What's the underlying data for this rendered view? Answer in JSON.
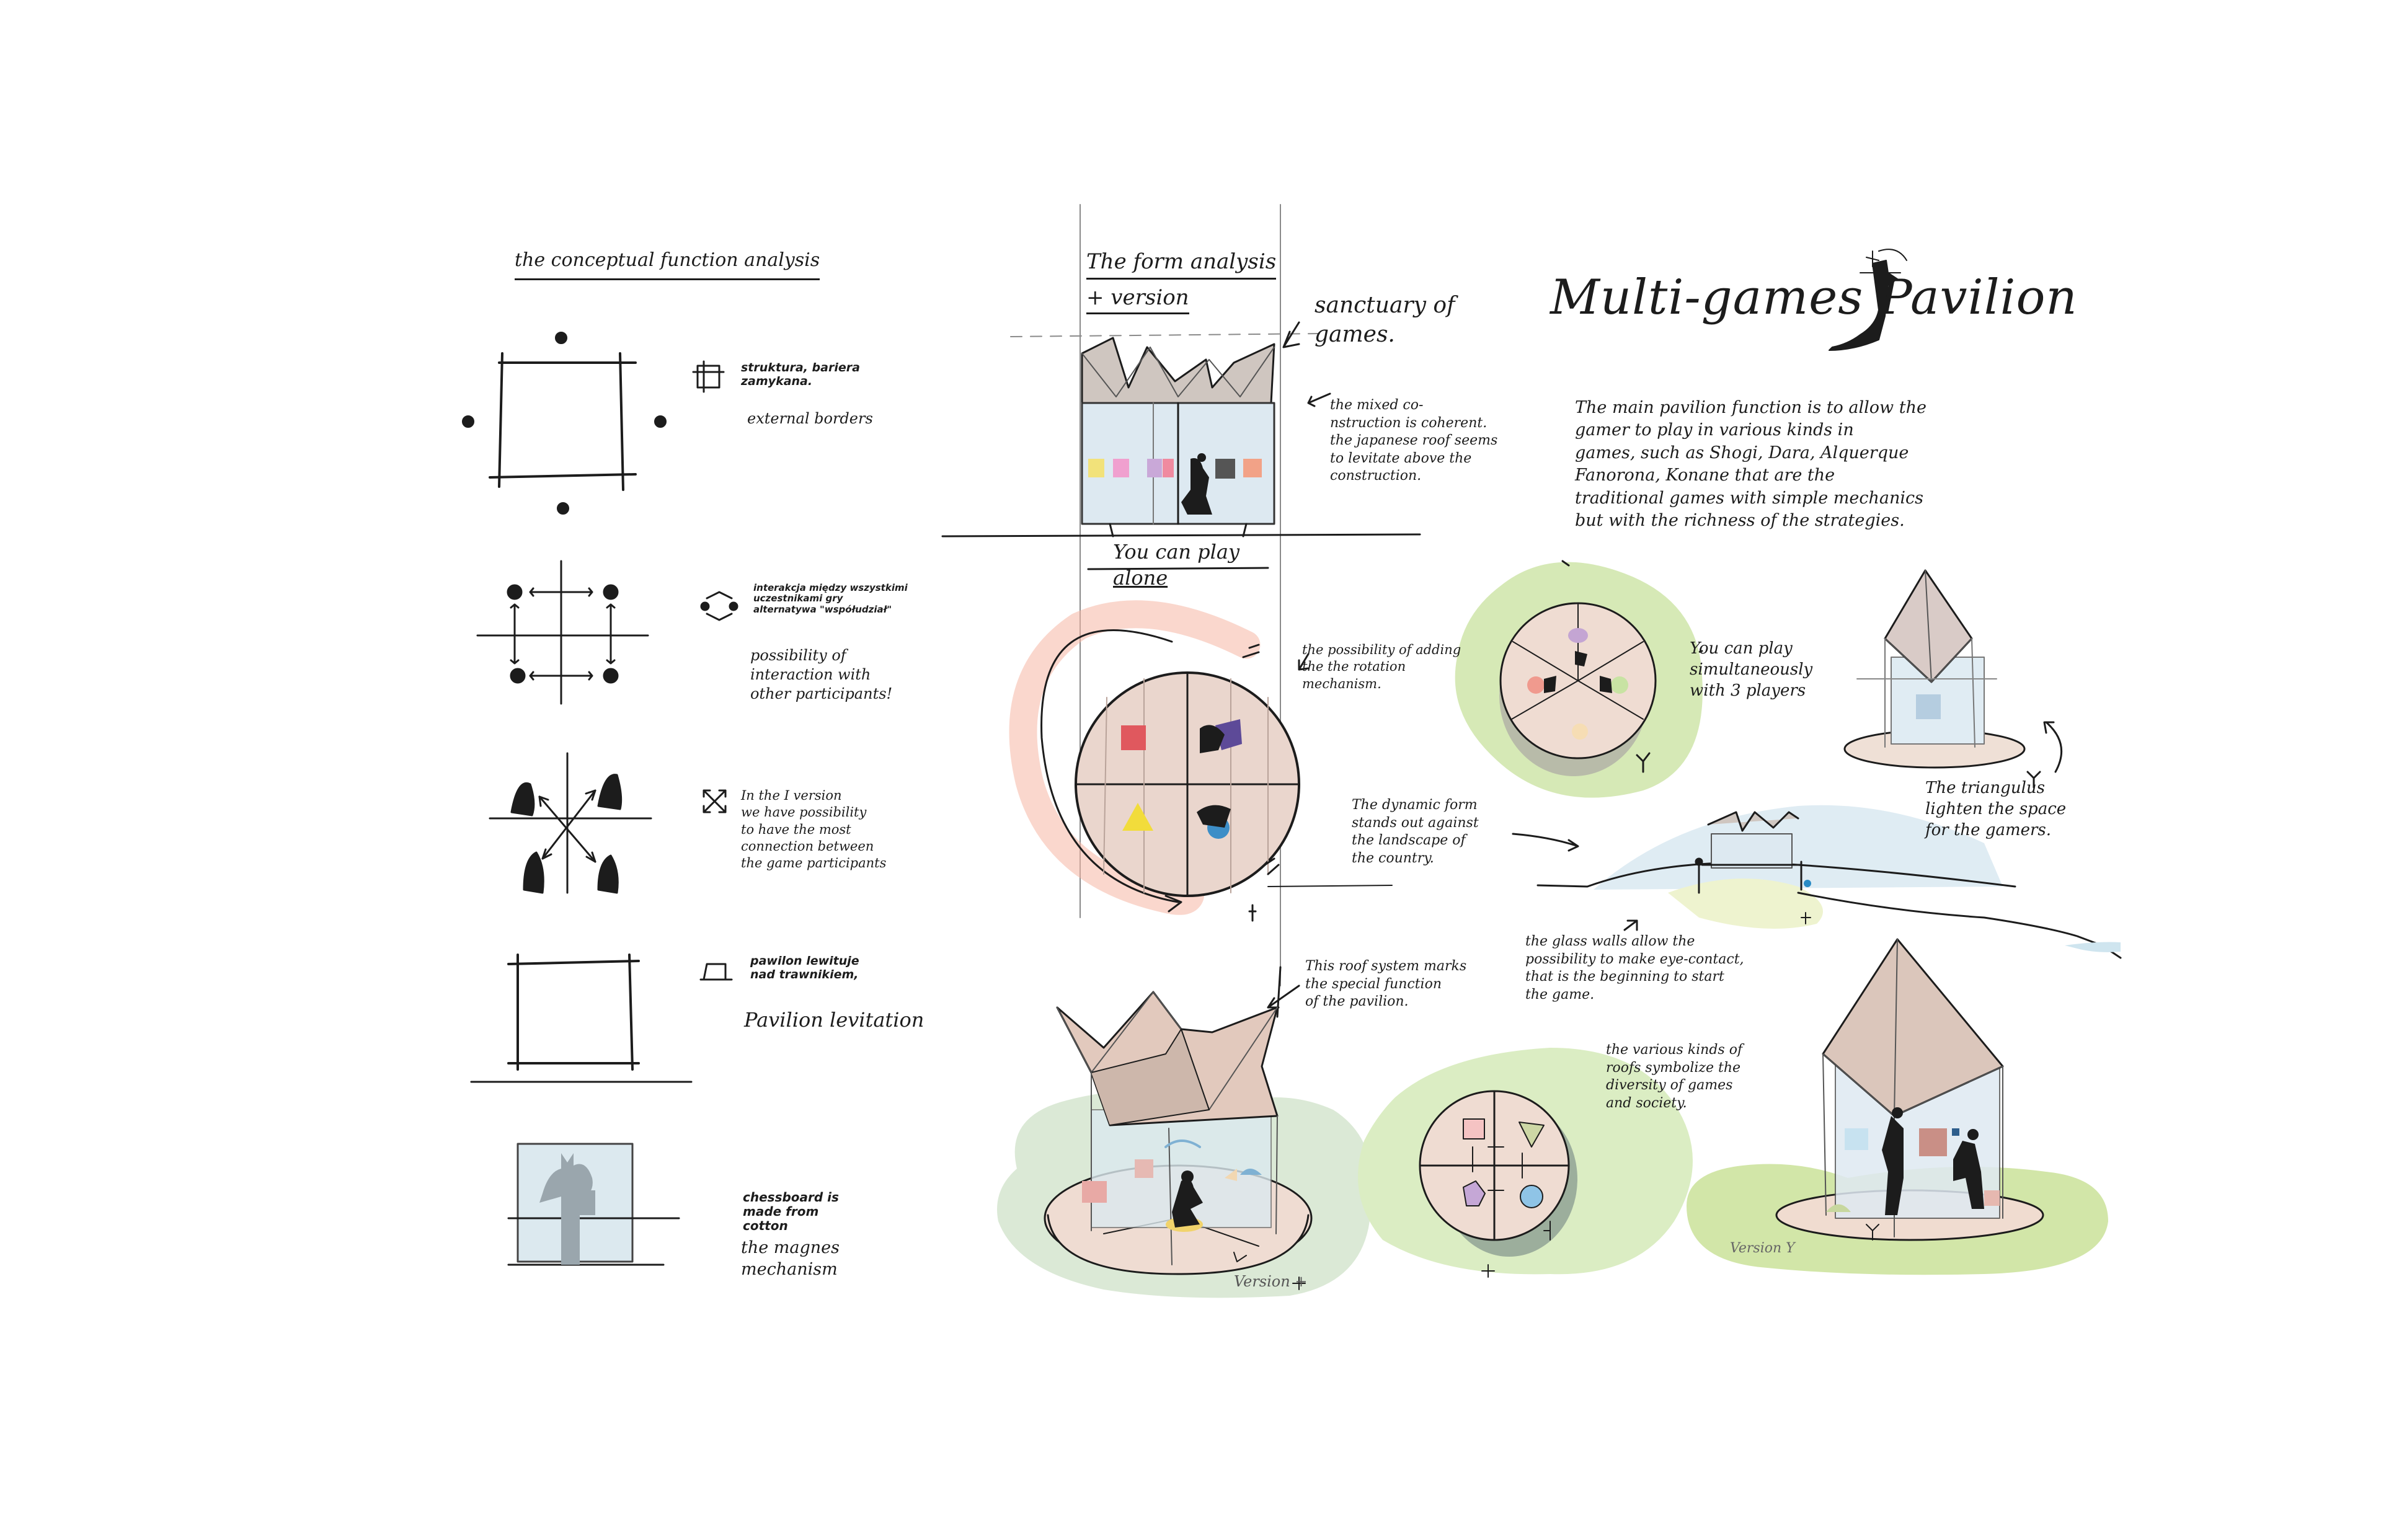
{
  "title": {
    "main": "Multi-games Pavilion"
  },
  "left_column": {
    "heading": "the conceptual function analysis",
    "items": [
      {
        "bold": "struktura, bariera\nzamykana.",
        "note": "external borders"
      },
      {
        "bold": "interakcja między wszystkimi\nuczestnikami gry\nalternatywa \"współudział\"",
        "note": "possibility of\ninteraction with\nother participants!"
      },
      {
        "bold": "",
        "note": "In the I version\nwe have possibility\nto have the most\nconnection between\nthe game participants"
      },
      {
        "bold": "pawilon lewituje\nnad trawnikiem,",
        "note": "Pavilion levitation"
      },
      {
        "bold": "chessboard is\nmade from\ncotton",
        "note": "the magnes\nmechanism"
      }
    ]
  },
  "form_analysis": {
    "heading": "The form analysis",
    "version": "+ version",
    "sanctuary": "sanctuary of\ngames.",
    "mixed": "the mixed co-\nnstruction is coherent.\nthe japanese roof seems\nto levitate above the\nconstruction.",
    "alone_1": "You can play",
    "alone_2": "alone",
    "rotation": "the possibility of adding\nthe the rotation\nmechanism."
  },
  "description": "The main pavilion function is to allow the\ngamer to play in various kinds in\ngames, such as Shogi, Dara, Alquerque\nFanorona, Konane that are the\ntraditional games with simple mechanics\nbut with the richness of the strategies.",
  "annotations": {
    "three_players": "You can play\nsimultaneously\nwith 3 players",
    "triangulus": "The triangulus\nlighten the space\nfor the gamers.",
    "dynamic": "The dynamic form\nstands out against\nthe landscape of\nthe country.",
    "glass": "the glass walls allow the\npossibility to make eye-contact,\nthat is the beginning to start\nthe game.",
    "roof_system": "This roof system marks\nthe special function\nof the pavilion.",
    "roofs_symbolize": "the various kinds of\nroofs symbolize the\ndiversity of games\nand society.",
    "version_plus": "Version +",
    "version_y": "Version Y"
  },
  "colors": {
    "ink": "#1c1c1c",
    "roof": "#d9c2b6",
    "floor": "#efdcd2",
    "green": "#d6e9b6",
    "blue": "#dbeaf1",
    "red": "#e56a6e",
    "yellow": "#f2dc3b",
    "purple": "#5d4a98",
    "coral": "#f7c3b2"
  }
}
